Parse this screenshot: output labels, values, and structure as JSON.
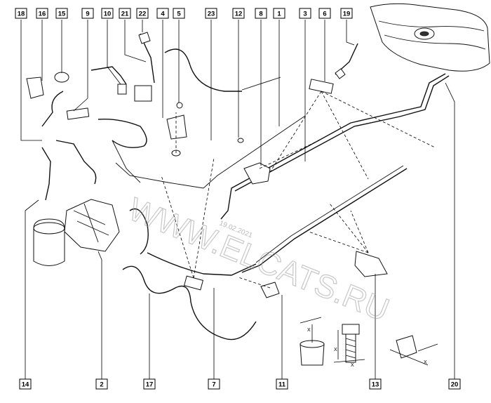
{
  "diagram": {
    "callouts": [
      "18",
      "16",
      "15",
      "9",
      "10",
      "21",
      "22",
      "4",
      "5",
      "23",
      "12",
      "8",
      "1",
      "3",
      "6",
      "19",
      "14",
      "2",
      "17",
      "7",
      "11",
      "13",
      "20"
    ],
    "watermark": {
      "text": "WWW.ELCATS.RU",
      "date": "19.02.2021"
    },
    "detail_labels": {
      "x": "X"
    }
  }
}
